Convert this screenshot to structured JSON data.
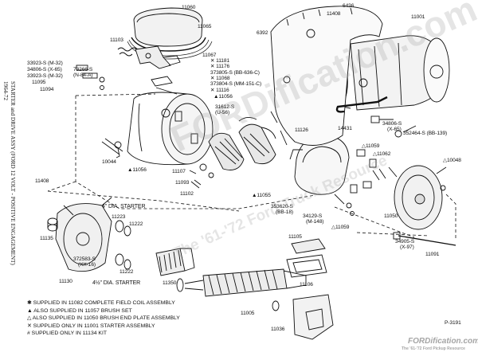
{
  "side_title": {
    "line1": "STARTER and DRIVE ASSY (FORD 12 VOLT - POSITIVE ENGAGEMENT)",
    "line2": "1964-72"
  },
  "labels": {
    "l11060": "11060",
    "l11065": "11065",
    "l11103": "11103",
    "l11067": "11067",
    "l11181": "✕ 11181",
    "l11176": "✕ 11176",
    "l33923a": "33923-S",
    "l33923a_sub": "(M-32)",
    "l34806a": "34806-S",
    "l34806a_sub": "(X-65)",
    "l33923b": "33923-S",
    "l33923b_sub": "(M-32)",
    "l11095": "11095",
    "l11094": "11094",
    "l73266": "73266-S",
    "l73266_sub": "(N-84-A)",
    "l373805": "373805-S",
    "l373805_sub": "(BB-636-C)",
    "l11068": "✕ 11068",
    "l373804": "373804-S",
    "l373804_sub": "(MM-151-C)",
    "l11116": "✕ 11116",
    "l11056a": "▲11056",
    "l31612": "31612-S",
    "l31612_sub": "(U-56)",
    "l10044": "10044",
    "l11056b": "▲11056",
    "l11107": "11107",
    "l11093": "11093",
    "l11102": "11102",
    "l11055": "▲11055",
    "l11126": "11126",
    "l353620": "353620-S",
    "l353620_sub": "(BB-18)",
    "l34129": "34129-S",
    "l34129_sub": "(M-148)",
    "l11059a": "△11059",
    "l11059b": "△11059",
    "l11062": "△11062",
    "l11050": "11050",
    "l10048": "△10048",
    "l34905": "34905-S",
    "l34905_sub": "(X-97)",
    "l11091": "11091",
    "l6436": "6436",
    "l11408a": "11408",
    "l11001": "11001",
    "l6392": "6392",
    "l14431": "14431",
    "l34806b": "34806-S",
    "l34806b_sub": "(X-65)",
    "l352464": "352464-S",
    "l352464_sub": "(BB-139)",
    "l11408b": "11408",
    "l11135": "11135",
    "l11130": "11130",
    "l11223": "11223",
    "l11222": "11222",
    "l372583": "372583-S",
    "l372583_sub": "(XX-16)",
    "l11350": "11350",
    "l11105": "11105",
    "l11106": "11106",
    "l11005": "11005",
    "l11036": "11036",
    "l11222b": "11222",
    "dia4": "4\" DIA. STARTER",
    "dia45": "4½\" DIA. STARTER",
    "p3191": "P-3191"
  },
  "legend": [
    "✱ SUPPLIED IN 11082 COMPLETE FIELD COIL ASSEMBLY",
    "▲ ALSO SUPPLIED IN 11057 BRUSH SET",
    "△ ALSO SUPPLIED IN 11050 BRUSH END PLATE ASSEMBLY",
    "✕ SUPPLIED ONLY IN 11001 STARTER ASSEMBLY",
    "# SUPPLIED ONLY IN 11134 KIT"
  ],
  "watermarks": {
    "center": "FORDification.com",
    "lower": "The '61-'72 Ford Truck Resource",
    "corner": "FORDification.com",
    "corner_sub": "The '61-'72 Ford Pickup Resource"
  }
}
